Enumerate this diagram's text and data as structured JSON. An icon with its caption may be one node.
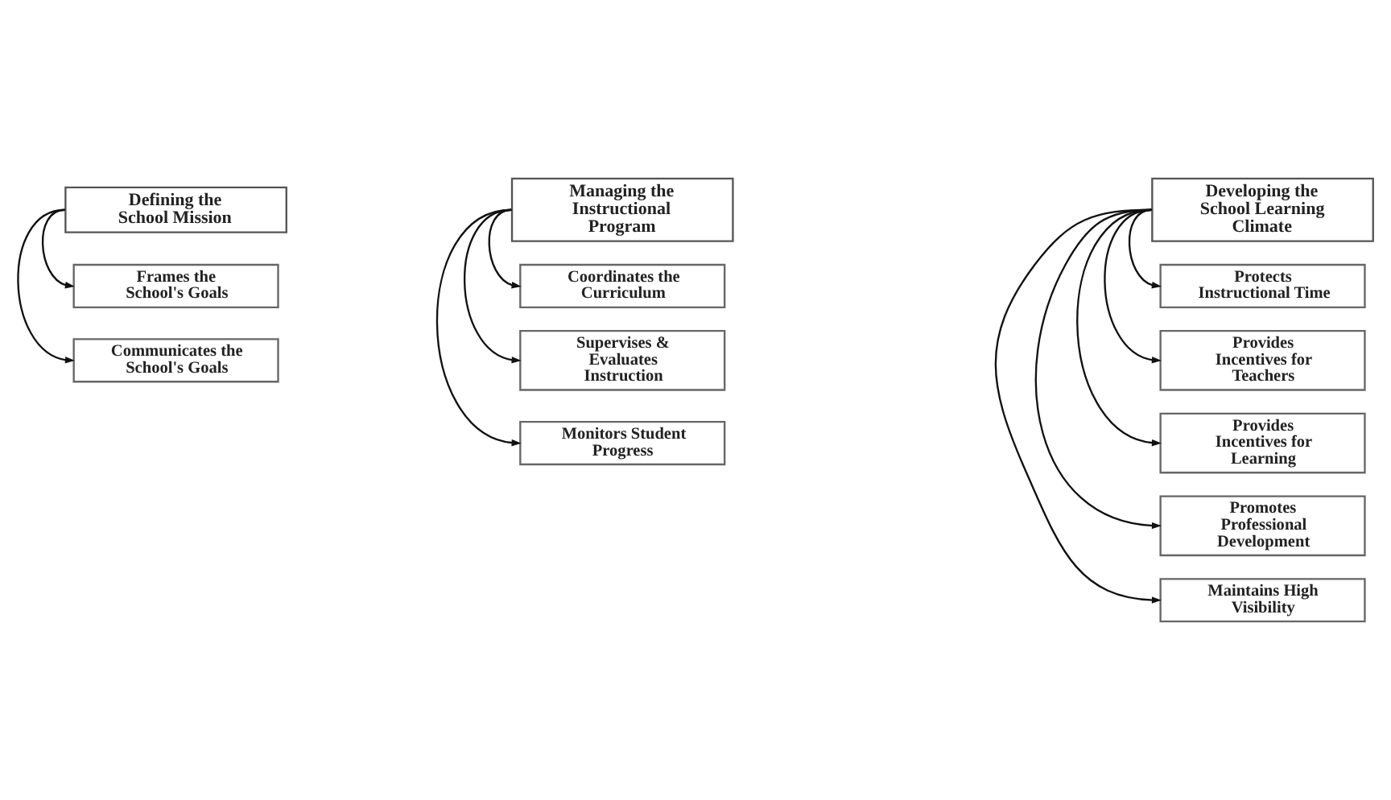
{
  "diagram": {
    "nodes": [
      {
        "text": [
          "Defining the School Mission"
        ]
      },
      {
        "text": [
          "Frames the School's Goals"
        ]
      },
      {
        "text": [
          "Communicates the School's Goals"
        ]
      },
      {
        "text": [
          "Managing the Instructional Program"
        ]
      },
      {
        "text": [
          "Coordinates the Curriculum"
        ]
      },
      {
        "text": [
          "Supervises & Evaluates Instruction"
        ]
      },
      {
        "text": [
          "Monitors Student Progress"
        ]
      },
      {
        "text": [
          "Developing the School Learning Climate"
        ]
      },
      {
        "text": [
          "Protects Instructional Time"
        ]
      },
      {
        "text": [
          "Provides Incentives for Teachers"
        ]
      },
      {
        "text": [
          "Provides Incentives for Learning"
        ]
      },
      {
        "text": [
          "Promotes Professional Development"
        ]
      },
      {
        "text": [
          "Maintains High Visibility"
        ]
      }
    ],
    "edges": [
      {
        "from": 0,
        "to": 1,
        "arrow": "to"
      },
      {
        "from": 0,
        "to": 2,
        "arrow": "to"
      },
      {
        "from": 3,
        "to": 4,
        "arrow": "to"
      },
      {
        "from": 3,
        "to": 5,
        "arrow": "to"
      },
      {
        "from": 3,
        "to": 6,
        "arrow": "to"
      },
      {
        "from": 7,
        "to": 8,
        "arrow": "to"
      },
      {
        "from": 7,
        "to": 9,
        "arrow": "to"
      },
      {
        "from": 7,
        "to": 10,
        "arrow": "to"
      },
      {
        "from": 7,
        "to": 11,
        "arrow": "to"
      },
      {
        "from": 7,
        "to": 12,
        "arrow": "to"
      }
    ]
  }
}
